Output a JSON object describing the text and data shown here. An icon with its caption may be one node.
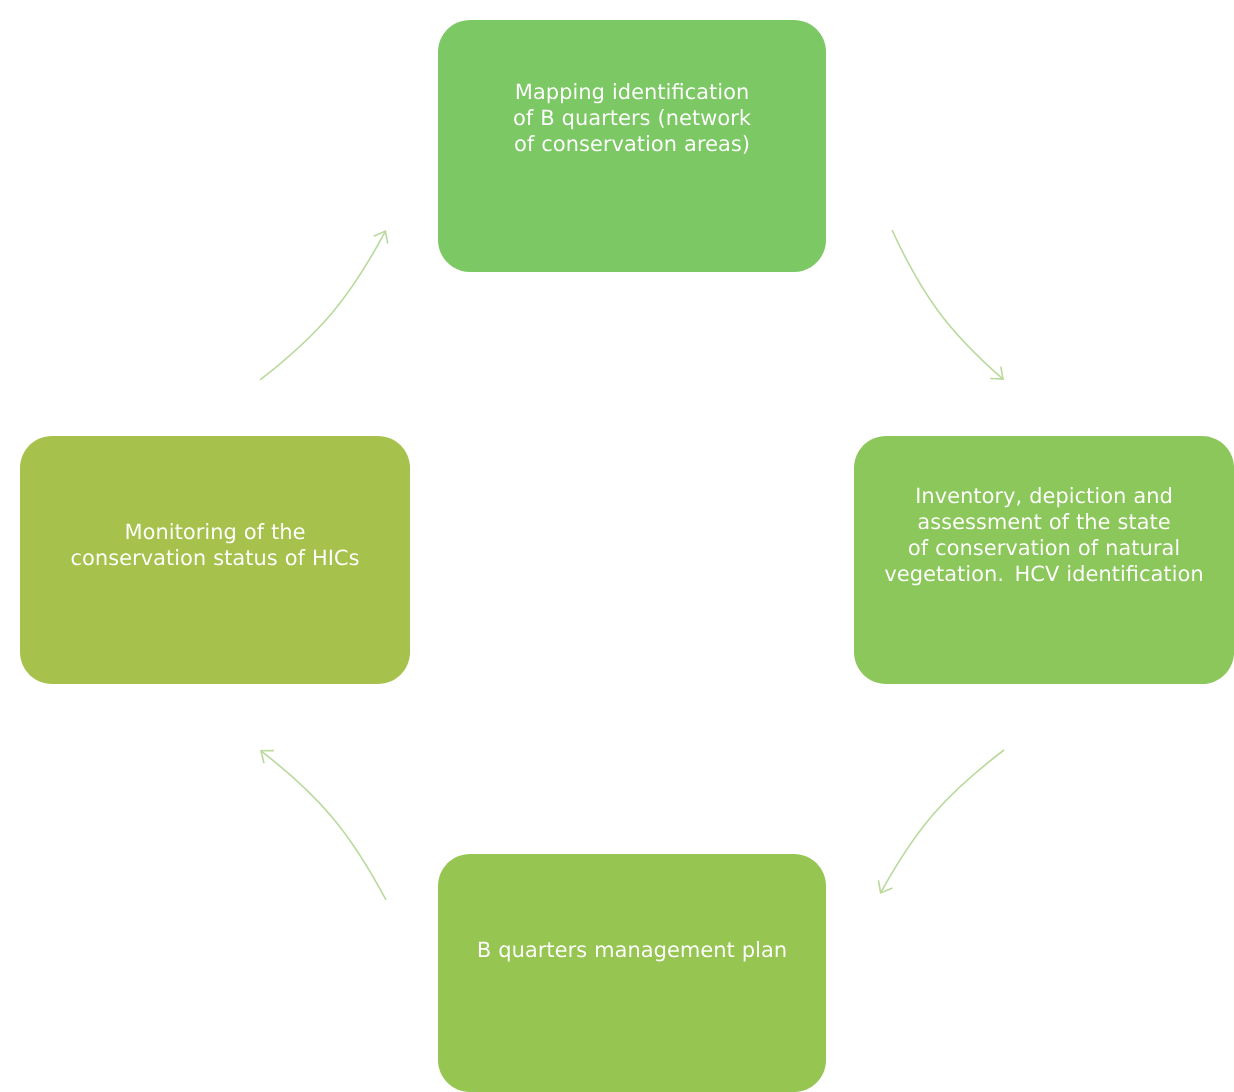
{
  "diagram": {
    "nodes": [
      {
        "text": [
          "Mapping identification of B quarters (network of conservation areas)"
        ]
      },
      {
        "text": [
          "Inventory, depiction and assessment of the state of conservation of natural vegetation. HCV identification"
        ]
      },
      {
        "text": [
          "B quarters management plan"
        ]
      },
      {
        "text": [
          "Monitoring of the conservation status of HICs"
        ]
      }
    ],
    "edges": [
      {
        "from": 0,
        "to": 1,
        "arrow": "to"
      },
      {
        "from": 1,
        "to": 2,
        "arrow": "to"
      },
      {
        "from": 2,
        "to": 3,
        "arrow": "to"
      },
      {
        "from": 3,
        "to": 0,
        "arrow": "to"
      }
    ]
  }
}
